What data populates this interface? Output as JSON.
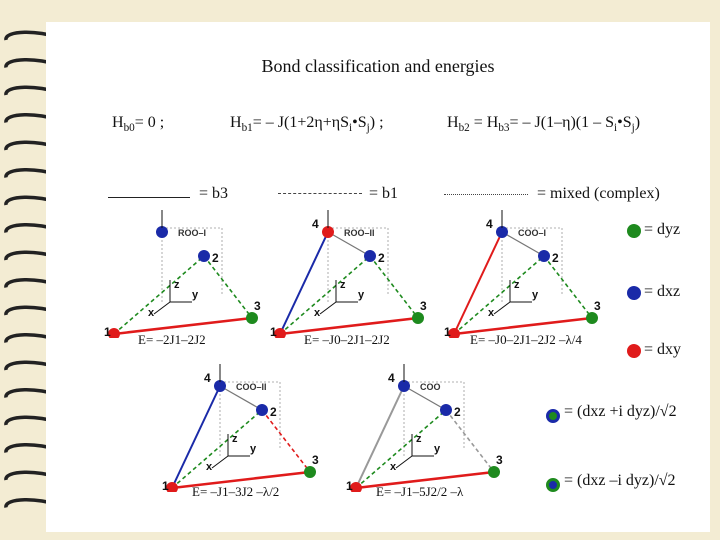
{
  "title": "Bond classification and energies",
  "hamiltonians": {
    "hb0": "H_b0= 0  ;",
    "hb1": "H_b1= – J(1+2η+ηS_i•S_j)  ;",
    "hb2": "H_b2 = H_b3= – J(1–η)(1 – S_i•S_j)"
  },
  "bond_types": {
    "b3": "= b3",
    "b1": "= b1",
    "mixed": "= mixed (complex)"
  },
  "orbitals": {
    "dyz": "= dyz",
    "dxz": "= dxz",
    "dxy": "= dxy",
    "plus": "= (dxz +i dyz)/√2",
    "minus": "= (dxz –i dyz)/√2"
  },
  "colors": {
    "dyz": "#1e8a1e",
    "dxz": "#1a2aa8",
    "dxy": "#e01b1b",
    "plus": "#1a2aa8",
    "minus": "#1e8a1e",
    "accent_red": "#e01b1b"
  },
  "diagrams": [
    {
      "label": "ROO–I",
      "energy": "E= –2J1–2J2",
      "axes": [
        "z",
        "y",
        "x"
      ],
      "sites": [
        "1",
        "2",
        "3"
      ]
    },
    {
      "label": "ROO–II",
      "energy": "E= –J0–2J1–2J2",
      "axes": [
        "z",
        "y",
        "x"
      ],
      "sites": [
        "1",
        "2",
        "3",
        "4"
      ]
    },
    {
      "label": "COO–I",
      "energy": "E= –J0–2J1–2J2 –λ/4",
      "axes": [
        "z",
        "y",
        "x"
      ],
      "sites": [
        "1",
        "2",
        "3",
        "4"
      ]
    },
    {
      "label": "COO–II",
      "energy": "E= –J1–3J2 –λ/2",
      "axes": [
        "z",
        "y",
        "x"
      ],
      "sites": [
        "1",
        "2",
        "3",
        "4"
      ]
    },
    {
      "label": "COO",
      "energy": "E= –J1–5J2/2 –λ",
      "axes": [
        "z",
        "y",
        "x"
      ],
      "sites": [
        "1",
        "2",
        "3",
        "4"
      ]
    }
  ]
}
